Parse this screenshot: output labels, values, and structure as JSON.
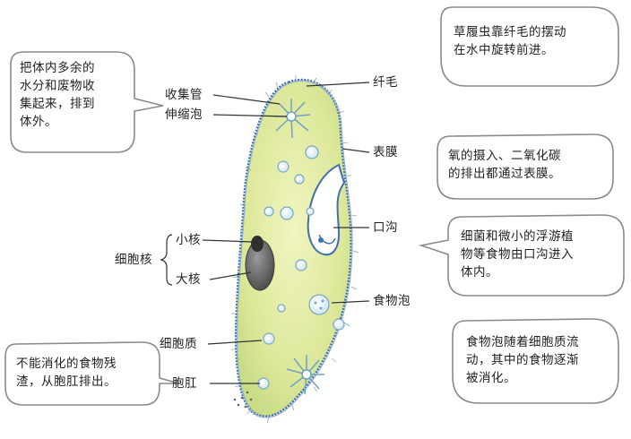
{
  "labels": {
    "cilia": "纤毛",
    "collecting_duct": "收集管",
    "contractile_vacuole": "伸缩泡",
    "pellicle": "表膜",
    "oral_groove": "口沟",
    "nucleus_group": "细胞核",
    "micronucleus": "小核",
    "macronucleus": "大核",
    "food_vacuole": "食物泡",
    "cytoplasm": "细胞质",
    "anal_pore": "胞肛"
  },
  "bubbles": {
    "cilia_note": [
      "草履虫靠纤毛的摆动",
      "在水中旋转前进。"
    ],
    "contractile_note": [
      "把体内多余的",
      "水分和废物收",
      "集起来，排到",
      "体外。"
    ],
    "pellicle_note": [
      "氧的摄入、二氧化碳",
      "的排出都通过表膜。"
    ],
    "oral_note": [
      "细菌和微小的浮游植",
      "物等食物由口沟进入",
      "体内。"
    ],
    "food_note": [
      "食物泡随着细胞质流",
      "动，其中的食物逐渐",
      "被消化。"
    ],
    "anal_note": [
      "不能消化的食物残",
      "渣，从胞肛排出。"
    ]
  },
  "colors": {
    "cell_fill": "#e2ea9a",
    "cell_edge": "#3f6fb0",
    "nucleus": "#555555",
    "line": "#333333"
  }
}
